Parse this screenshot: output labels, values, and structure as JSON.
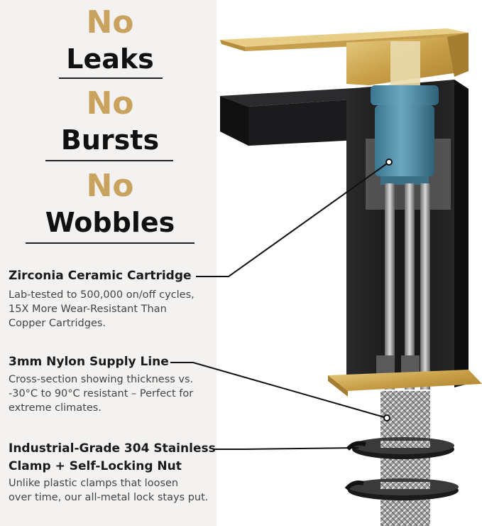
{
  "headlines": [
    {
      "gold": "No",
      "black": "Leaks"
    },
    {
      "gold": "No",
      "black": "Bursts"
    },
    {
      "gold": "No",
      "black": "Wobbles"
    }
  ],
  "features": [
    {
      "title": "Zirconia Ceramic Cartridge",
      "desc": [
        "Lab-tested to 500,000 on/off cycles,",
        "15X More Wear-Resistant Than",
        "Copper Cartridges."
      ]
    },
    {
      "title": "3mm Nylon Supply Line",
      "desc": [
        "Cross-section showing thickness vs.",
        "-30°C to 90°C resistant – Perfect for",
        "extreme climates."
      ]
    },
    {
      "title_lines": [
        "Industrial-Grade 304 Stainless",
        "Clamp + Self-Locking Nut"
      ],
      "desc": [
        "Unlike plastic clamps that loosen",
        "over time, our all-metal lock stays put."
      ]
    }
  ],
  "colors": {
    "gold": "#c9a25e",
    "faucet_black": "#1b1b1d",
    "cartridge_blue": "#4f8fa8",
    "panel_bg": "#f3f2f0"
  }
}
